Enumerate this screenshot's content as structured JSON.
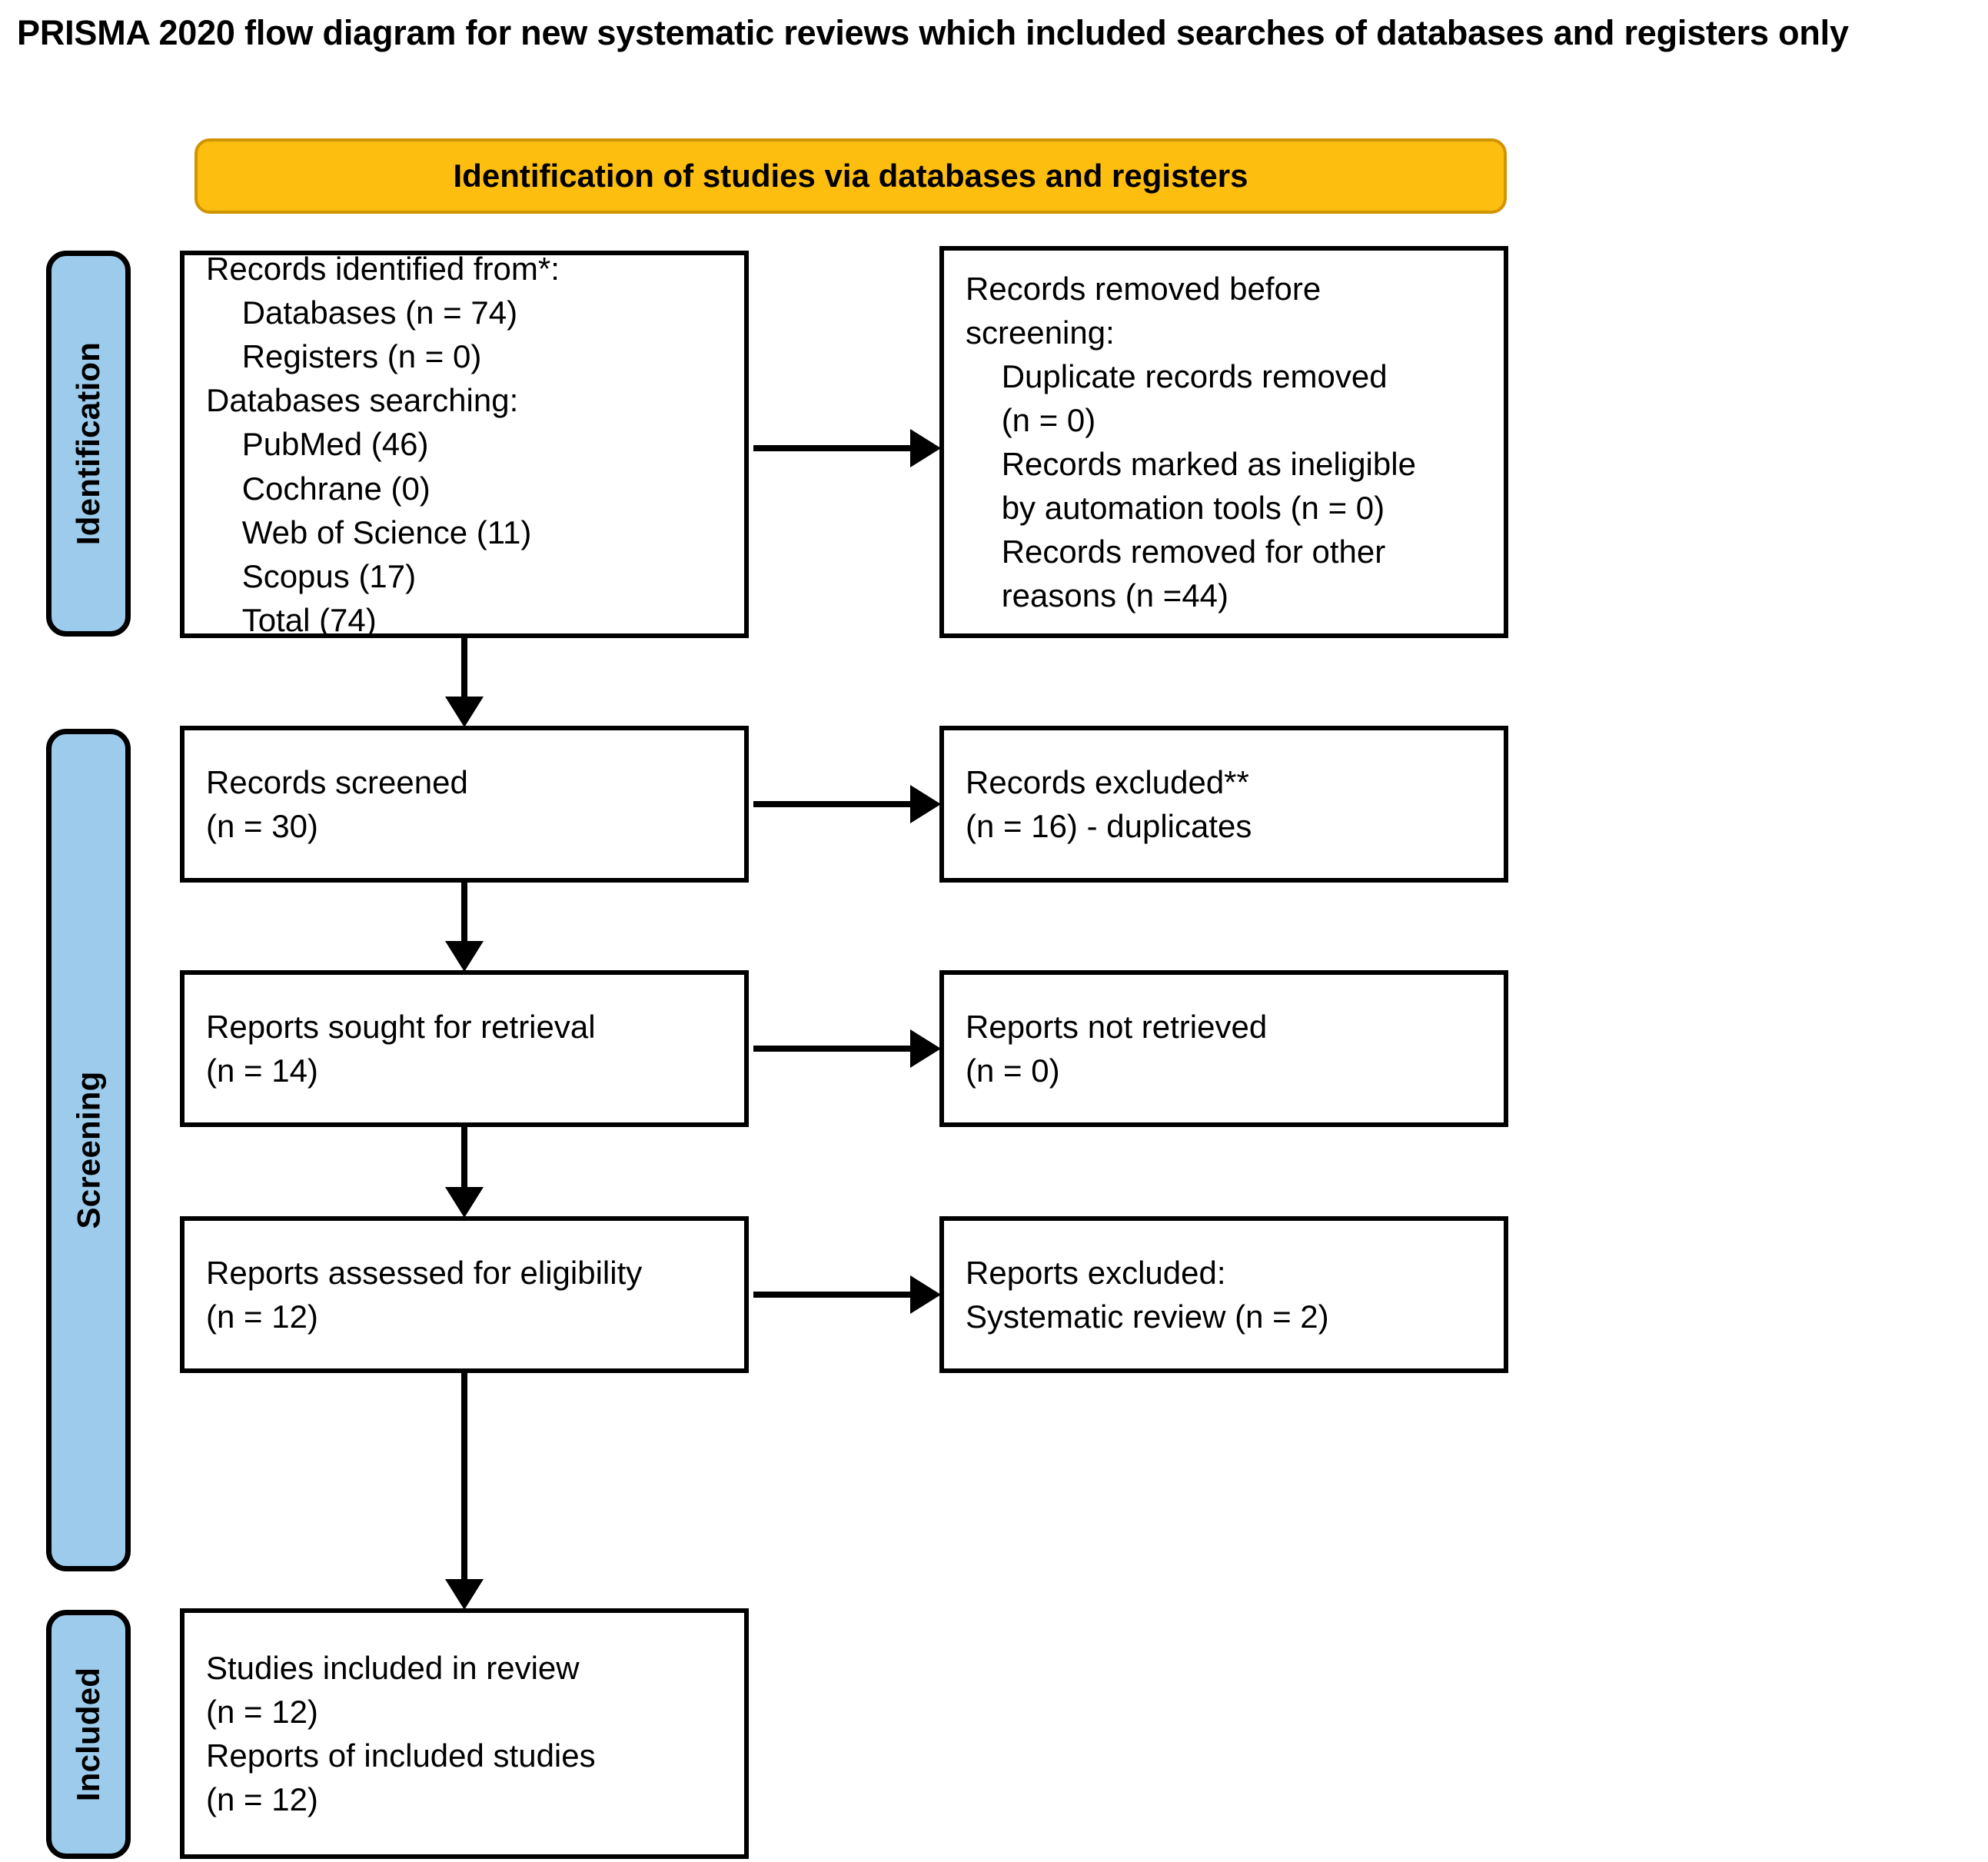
{
  "title": "PRISMA 2020 flow diagram for new systematic reviews which included searches of databases and registers only",
  "colors": {
    "banner_fill": "#FDBE10",
    "banner_border": "#D09400",
    "phase_fill": "#9CCBEC",
    "box_border": "#000000",
    "page_background": "#FFFFFF"
  },
  "banner": {
    "label": "Identification of studies via databases and registers"
  },
  "phases": [
    {
      "id": "identification",
      "label": "Identification"
    },
    {
      "id": "screening",
      "label": "Screening"
    },
    {
      "id": "included",
      "label": "Included"
    }
  ],
  "boxes": {
    "identified": {
      "text": "Records identified from*:\n    Databases (n = 74)\n    Registers (n = 0)\nDatabases searching:\n    PubMed (46)\n    Cochrane (0)\n    Web of Science (11)\n    Scopus (17)\n    Total (74)"
    },
    "removed": {
      "text": "Records removed before\nscreening:\n    Duplicate records removed\n    (n = 0)\n    Records marked as ineligible\n    by automation tools (n = 0)\n    Records removed for other\n    reasons (n =44)"
    },
    "screened": {
      "text": "Records screened\n(n = 30)"
    },
    "excluded": {
      "text": "Records excluded**\n(n = 16) - duplicates"
    },
    "sought": {
      "text": "Reports sought for retrieval\n(n = 14)"
    },
    "not_retrieved": {
      "text": "Reports not retrieved\n(n = 0)"
    },
    "assessed": {
      "text": "Reports assessed for eligibility\n(n = 12)"
    },
    "reports_excluded": {
      "text": "Reports excluded:\nSystematic review (n = 2)"
    },
    "included": {
      "text": "Studies included in review\n(n = 12)\nReports of included studies\n(n = 12)"
    }
  },
  "flow_data": {
    "records_identified_databases": 74,
    "records_identified_registers": 0,
    "database_counts": {
      "PubMed": 46,
      "Cochrane": 0,
      "Web of Science": 11,
      "Scopus": 17,
      "Total": 74
    },
    "duplicate_records_removed": 0,
    "records_marked_ineligible_by_automation": 0,
    "records_removed_other_reasons": 44,
    "records_screened": 30,
    "records_excluded": 16,
    "reports_sought_for_retrieval": 14,
    "reports_not_retrieved": 0,
    "reports_assessed_for_eligibility": 12,
    "reports_excluded_systematic_review": 2,
    "studies_included_in_review": 12,
    "reports_of_included_studies": 12
  }
}
